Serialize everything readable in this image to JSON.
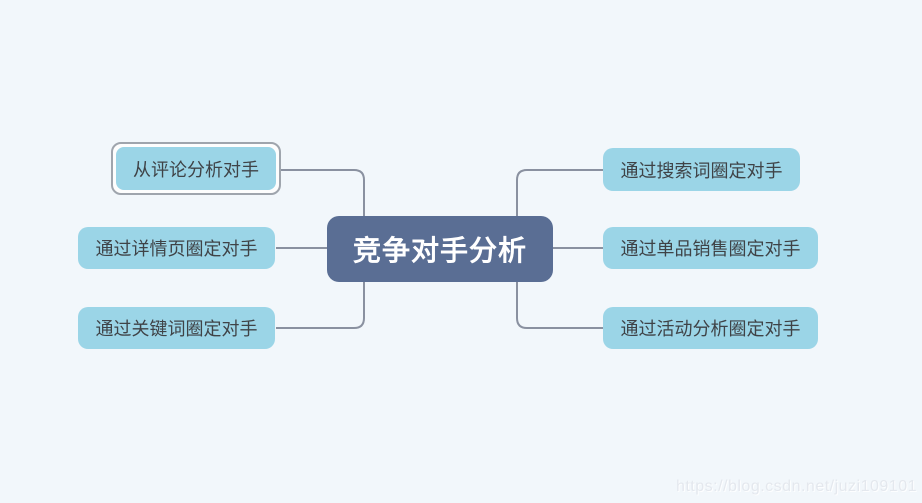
{
  "page": {
    "background": "#f2f7fb"
  },
  "mindmap": {
    "root": {
      "label": "竞争对手分析",
      "bg": "#5a6e94",
      "text_color": "#ffffff"
    },
    "left_branches": [
      {
        "label": "从评论分析对手",
        "selected": true
      },
      {
        "label": "通过详情页圈定对手",
        "selected": false
      },
      {
        "label": "通过关键词圈定对手",
        "selected": false
      }
    ],
    "right_branches": [
      {
        "label": "通过搜索词圈定对手",
        "selected": false
      },
      {
        "label": "通过单品销售圈定对手",
        "selected": false
      },
      {
        "label": "通过活动分析圈定对手",
        "selected": false
      }
    ],
    "branch_style": {
      "bg": "#9bd5e7",
      "text_color": "#3f4347"
    },
    "connector_color": "#8a91a0",
    "selection_border_color": "#9fa5ad"
  },
  "watermark": {
    "text": "https://blog.csdn.net/juzi109101"
  }
}
